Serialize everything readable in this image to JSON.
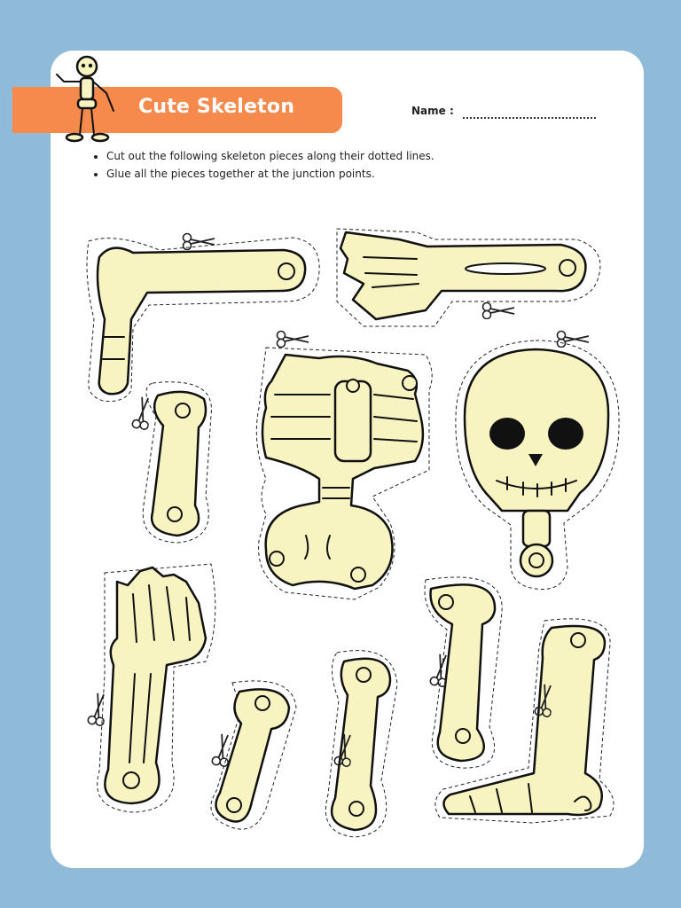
{
  "worksheet": {
    "title": "Cute Skeleton",
    "name_label": "Name :",
    "instructions": [
      "Cut out the following skeleton pieces along their dotted lines.",
      "Glue all the pieces together at the junction points."
    ]
  },
  "colors": {
    "background": "#8fbbd9",
    "banner": "#f58a4c",
    "bone": "#f8f4c2",
    "sheet": "#ffffff"
  },
  "icons": [
    "skeleton-mascot-icon",
    "scissors-icon"
  ]
}
